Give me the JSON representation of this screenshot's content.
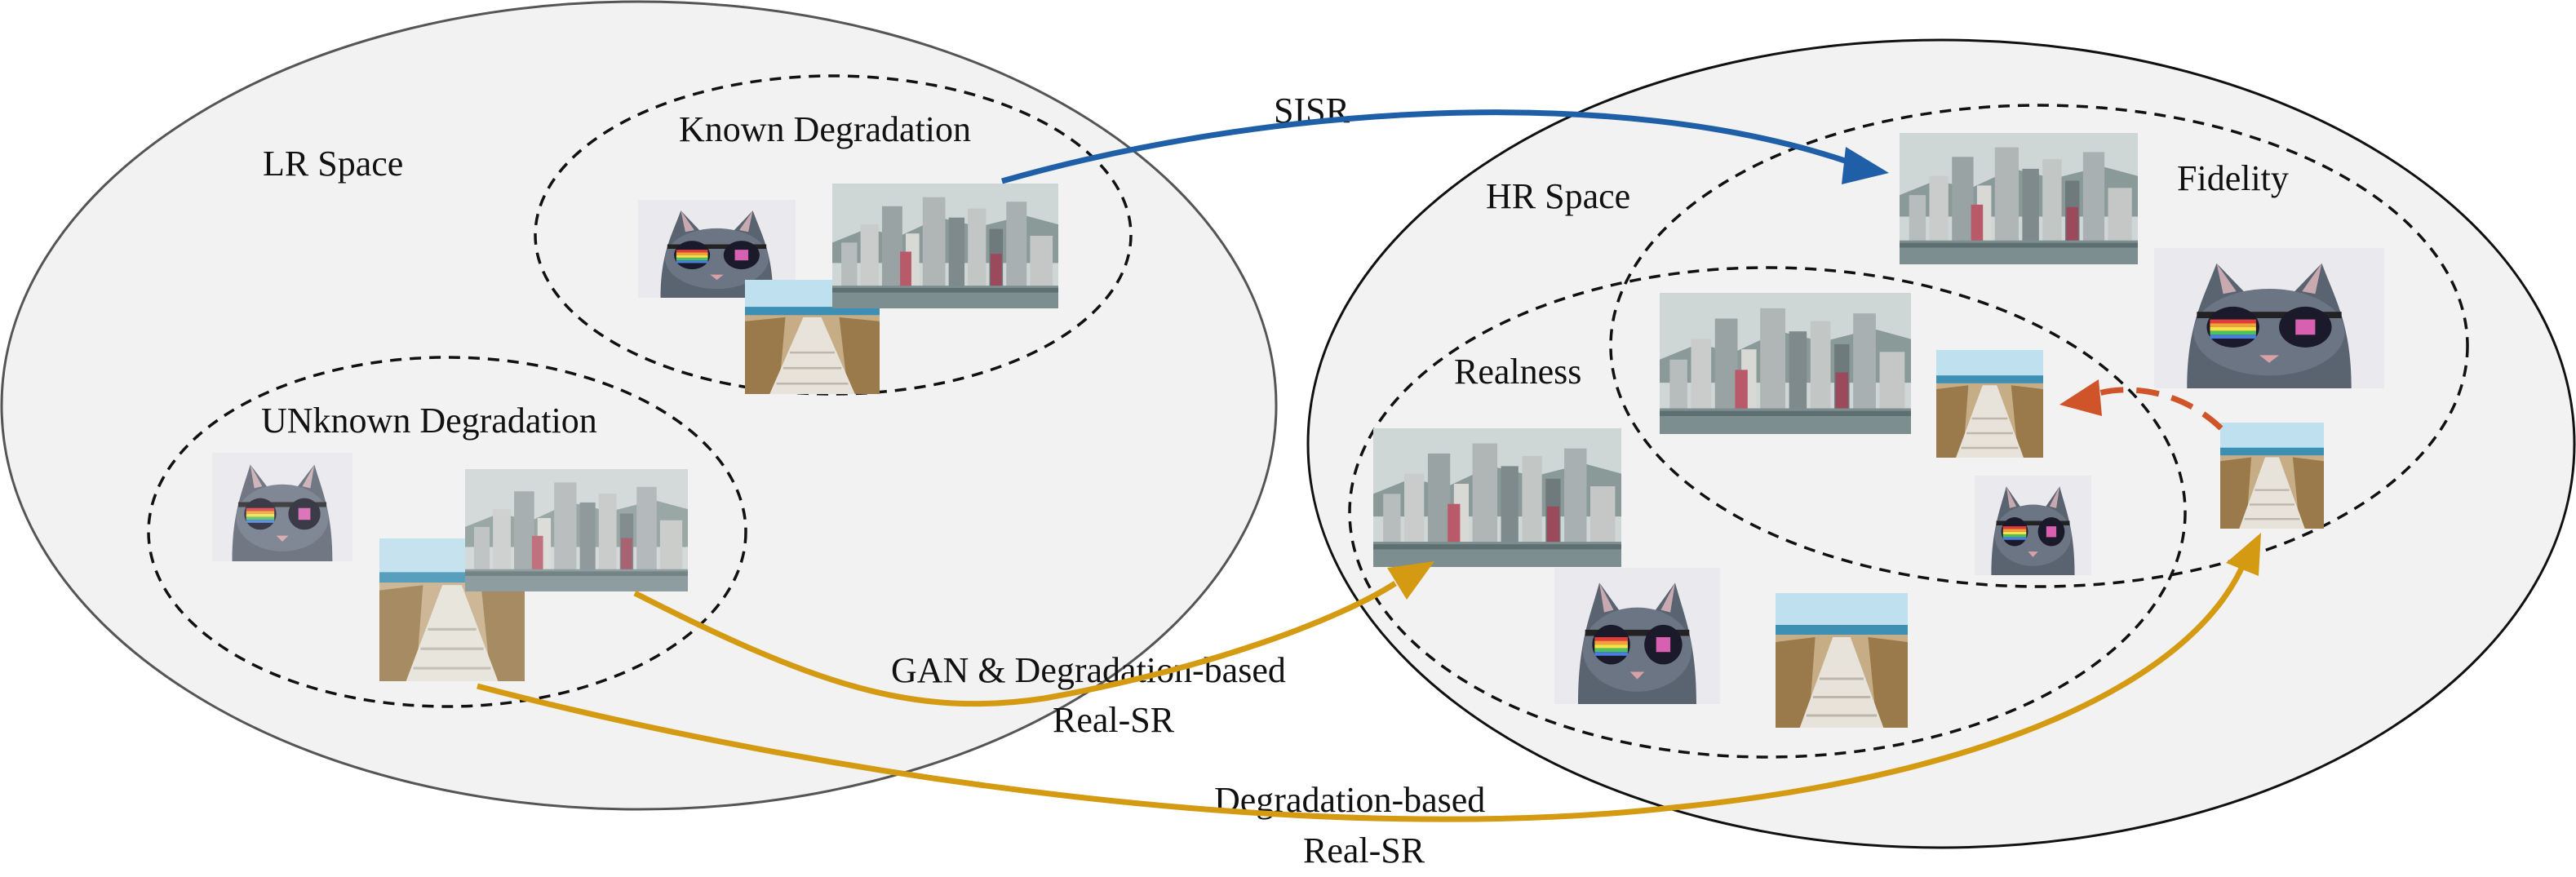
{
  "labels": {
    "lr_space": "LR Space",
    "known_degradation": "Known Degradation",
    "unknown_degradation": "UNknown Degradation",
    "hr_space": "HR Space",
    "fidelity": "Fidelity",
    "realness": "Realness",
    "sisr": "SISR",
    "gan_line1": "GAN & Degradation-based",
    "gan_line2": "Real-SR",
    "deg_line1": "Degradation-based",
    "deg_line2": "Real-SR"
  },
  "colors": {
    "space_fill": "#f2f2f2",
    "space_stroke_lr": "#555555",
    "space_stroke_hr": "#111111",
    "sisr_arrow": "#1f5fa8",
    "realsr_arrow": "#d49a12",
    "feedback_arrow": "#d0542a"
  },
  "thumbnails": [
    {
      "name": "cat-thumbnail",
      "icon": "cat-with-rainbow-sunglasses"
    },
    {
      "name": "city-thumbnail",
      "icon": "city-skyline"
    },
    {
      "name": "beach-thumbnail",
      "icon": "beach-boardwalk"
    }
  ]
}
